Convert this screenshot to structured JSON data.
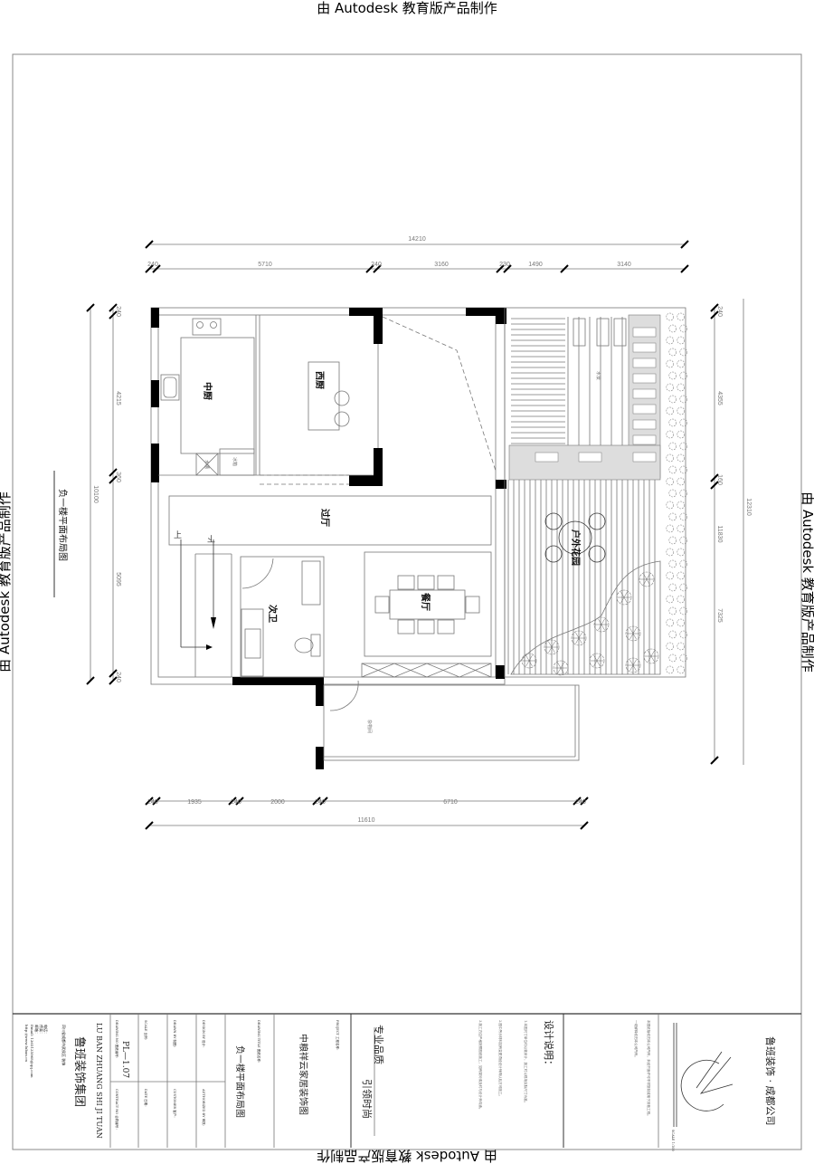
{
  "watermark": "由 Autodesk 教育版产品制作",
  "plan": {
    "title": "负一楼平面布局图",
    "rooms": {
      "chinese_kitchen": "中厨",
      "western_kitchen": "西厨",
      "hall": "过厅",
      "bathroom": "次卫",
      "dining": "餐厅",
      "garden": "户外花园",
      "storage": "杂物间",
      "fridge": "冰箱",
      "appliance": "水槽",
      "stairs_up": "上",
      "stairs_down": "下",
      "water_feature": "水景"
    }
  },
  "dimensions": {
    "top_total": "14210",
    "top": [
      "240",
      "5710",
      "240",
      "3160",
      "230",
      "1490",
      "3140"
    ],
    "left_total": "10100",
    "left": [
      "240",
      "4215",
      "360",
      "5095",
      "240"
    ],
    "right_total": "12310",
    "right_sub_total": "11830",
    "right": [
      "240",
      "4355",
      "160",
      "7325"
    ],
    "bottom_total": "11610",
    "bottom": [
      "240",
      "1935",
      "240",
      "2000",
      "240",
      "6710",
      "240"
    ]
  },
  "title_block": {
    "company_cn": "鲁班装饰集团",
    "company_en": "LU BAN ZHUANG SHI JI TUAN",
    "company_info": [
      "四川省成都市武侯区 装饰",
      "电话：",
      "传真：",
      "邮箱：",
      "Email: 1365135968@qq.com",
      "http://www.luban.cn"
    ],
    "drawing_no_label": "DRAWING NO 图纸编号：",
    "drawing_no": "PL—1.07",
    "contract_label": "CONTRACT NO 合同编号：",
    "scale_label": "SCALE 比例：",
    "date_label": "DATE 日期：",
    "drawn_label": "DRAWN BY 制图：",
    "customer_label": "CUSTOMER 客户：",
    "design_label": "DESIGN BY 设计：",
    "authorized_label": "AUTHORIZED BY 审核：",
    "drawing_title_label": "DRAWING TITLE 图纸名称：",
    "drawing_title": "负一楼平面布局图",
    "project_label": "PROJECT 工程名称：",
    "project": "中粮祥云家居装饰图",
    "slogan_1": "专业品质",
    "slogan_2": "引领时尚",
    "notes_title": "设计说明：",
    "notes": [
      "1.本图尺寸单位均以毫米计，施工时以现场实际尺寸为准。",
      "2.图中所示材料如有变更须经设计师确认后方可施工。",
      "3.施工方应严格按照图纸施工，如有疑问请及时与设计师沟通。"
    ],
    "copyright": [
      "本图纸版权归本公司所有，未经书面许可不得复制或用于其他工程。",
      "一切解释权归本公司所有。"
    ],
    "scale": "SCALE 1:100",
    "branch": "鲁班装饰 · 成都公司"
  }
}
